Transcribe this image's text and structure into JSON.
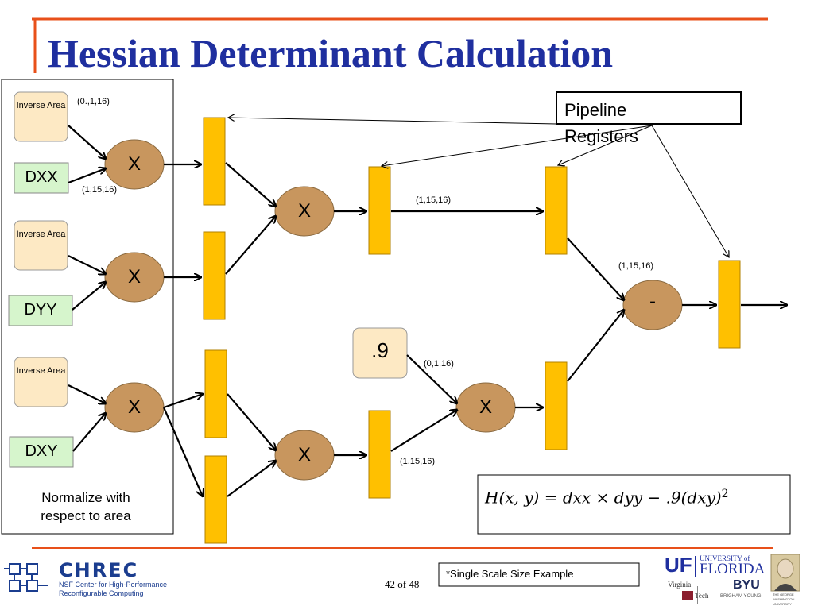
{
  "slide": {
    "title": "Hessian Determinant Calculation",
    "page_number": "42 of 48",
    "footnote": "*Single Scale Size Example"
  },
  "diagram": {
    "inverse_area_label": "Inverse Area",
    "inputs": {
      "dxx": "DXX",
      "dyy": "DYY",
      "dxy": "DXY",
      "constant": ".9"
    },
    "operators": {
      "multiply": "X",
      "subtract": "-"
    },
    "format_labels": {
      "a": "(0.,1,16)",
      "b": "(1,15,16)",
      "c": "(1,15,16)",
      "d": "(1,15,16)",
      "e": "(0,1,16)",
      "f": "(1,15,16)"
    },
    "normalize_note_line1": "Normalize with",
    "normalize_note_line2": "respect to area",
    "pipeline_label_line1": "Pipeline",
    "pipeline_label_line2": "Registers",
    "formula": "H(x, y) = dxx × dyy − .9(dxy)",
    "formula_exponent": "2"
  },
  "logos": {
    "chrec_name": "CHREC",
    "chrec_sub1": "NSF Center for High-Performance",
    "chrec_sub2": "Reconfigurable Computing",
    "uf_abbr": "UF",
    "uf_small": "UNIVERSITY of",
    "uf_name": "FLORIDA",
    "vt_line1": "Virginia",
    "vt_line2": "Tech",
    "byu_name": "BYU",
    "byu_full": "BRIGHAM YOUNG",
    "gw_line1": "THE GEORGE",
    "gw_line2": "WASHINGTON",
    "gw_line3": "UNIVERSITY"
  },
  "colors": {
    "title": "#1f2f9f",
    "accent_line": "#e8501a",
    "register_fill": "#ffc000",
    "operator_fill": "#c8965e",
    "inverse_area_fill": "#fde9c4",
    "input_fill": "#d6f5cc"
  }
}
